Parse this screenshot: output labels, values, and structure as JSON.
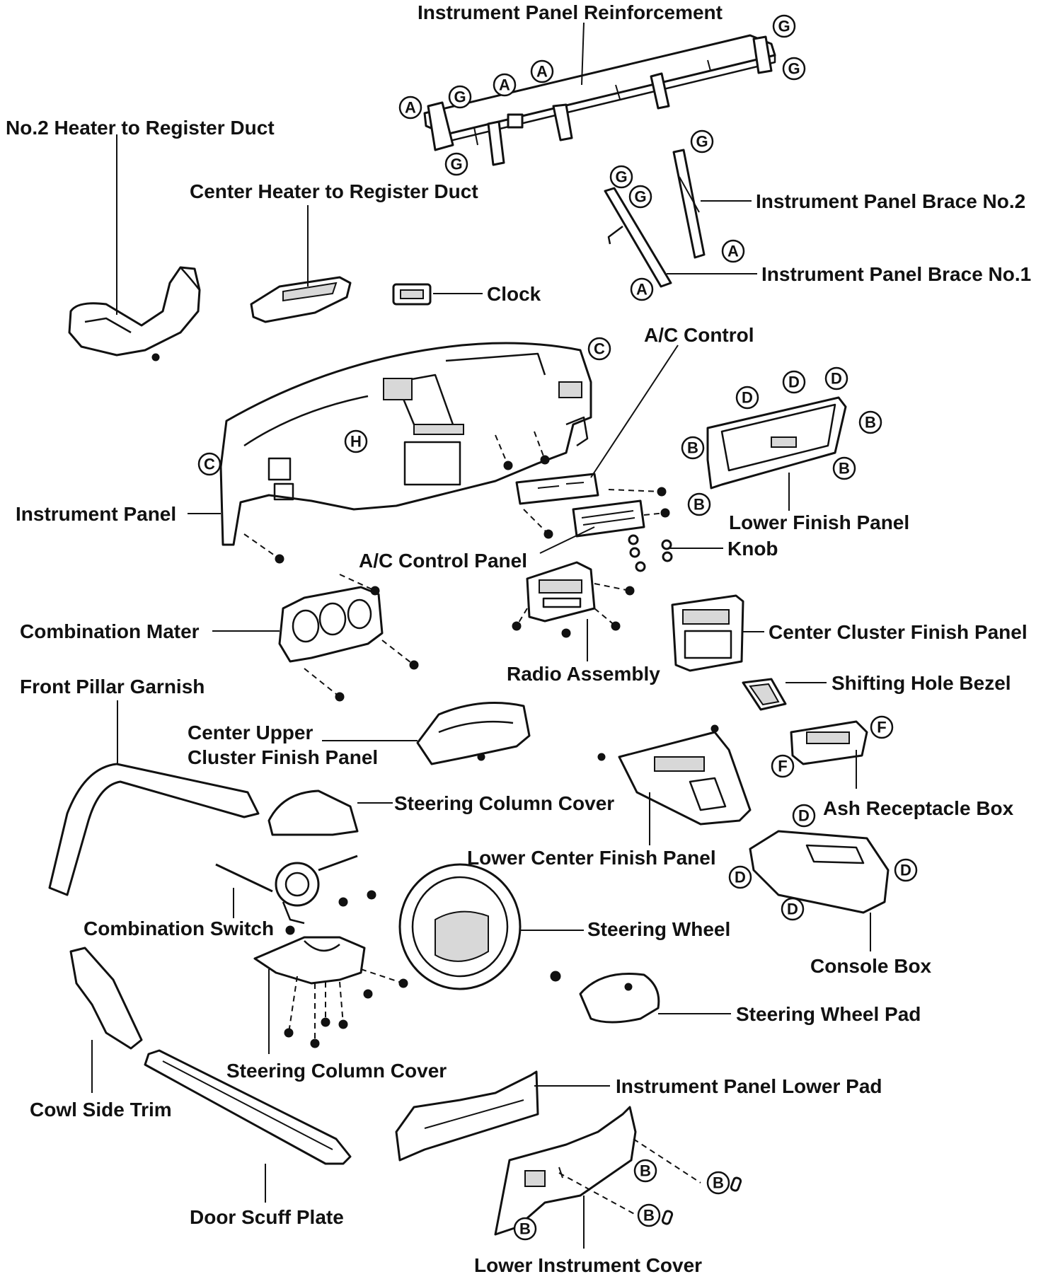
{
  "labels": {
    "ip_reinforcement": "Instrument Panel Reinforcement",
    "no2_heater_duct": "No.2 Heater to Register Duct",
    "center_heater_duct": "Center Heater to Register Duct",
    "clock": "Clock",
    "brace_no2": "Instrument Panel Brace No.2",
    "brace_no1": "Instrument Panel Brace No.1",
    "ac_control": "A/C Control",
    "instrument_panel": "Instrument Panel",
    "lower_finish_panel": "Lower Finish Panel",
    "knob": "Knob",
    "ac_control_panel": "A/C Control Panel",
    "combination_meter": "Combination Mater",
    "center_cluster_finish_panel": "Center Cluster Finish Panel",
    "radio_assembly": "Radio Assembly",
    "shifting_hole_bezel": "Shifting Hole Bezel",
    "front_pillar_garnish": "Front Pillar Garnish",
    "center_upper_cluster_1": "Center Upper",
    "center_upper_cluster_2": "Cluster Finish Panel",
    "steering_column_cover_upper": "Steering Column Cover",
    "ash_receptacle_box": "Ash Receptacle Box",
    "lower_center_finish_panel": "Lower Center Finish Panel",
    "combination_switch": "Combination Switch",
    "steering_wheel": "Steering Wheel",
    "console_box": "Console Box",
    "steering_wheel_pad": "Steering Wheel Pad",
    "steering_column_cover_lower": "Steering Column Cover",
    "ip_lower_pad": "Instrument Panel Lower Pad",
    "cowl_side_trim": "Cowl Side Trim",
    "door_scuff_plate": "Door Scuff Plate",
    "lower_instrument_cover": "Lower Instrument Cover"
  },
  "markers": {
    "a": "A",
    "b": "B",
    "c": "C",
    "d": "D",
    "f": "F",
    "g": "G",
    "h": "H"
  }
}
